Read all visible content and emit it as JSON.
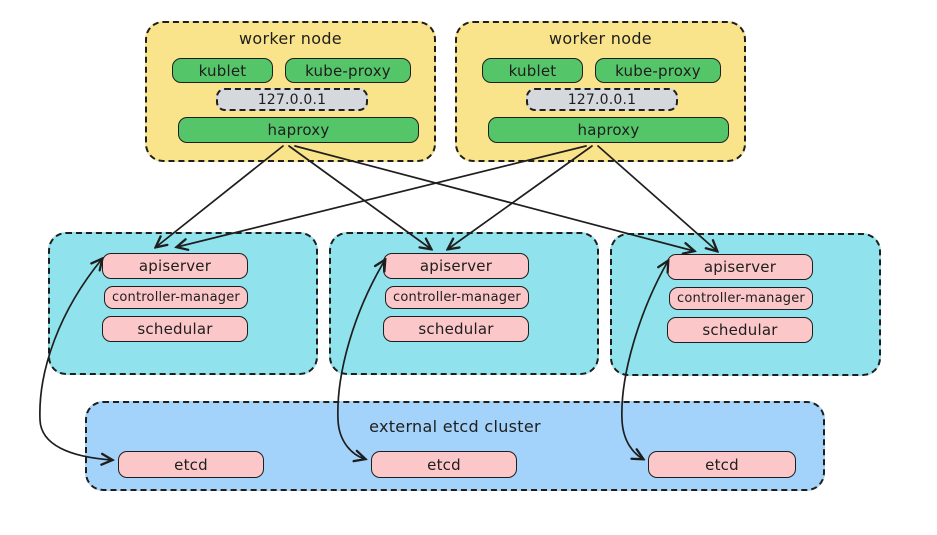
{
  "diagram": {
    "title_hint": "kubernetes ha topology with external etcd",
    "colors": {
      "stroke": "#1e1e1e",
      "worker_node_fill": "#f9e48b",
      "component_green_fill": "#55c569",
      "loopback_gray_fill": "#d5d8dd",
      "control_plane_fill": "#90e3ec",
      "component_pink_fill": "#fcc7c9",
      "etcd_cluster_fill": "#a3d3fa"
    },
    "worker_nodes": [
      {
        "title": "worker node",
        "kublet": "kublet",
        "kube_proxy": "kube-proxy",
        "loopback": "127.0.0.1",
        "haproxy": "haproxy"
      },
      {
        "title": "worker node",
        "kublet": "kublet",
        "kube_proxy": "kube-proxy",
        "loopback": "127.0.0.1",
        "haproxy": "haproxy"
      }
    ],
    "control_planes": [
      {
        "apiserver": "apiserver",
        "controller_manager": "controller-manager",
        "scheduler": "schedular"
      },
      {
        "apiserver": "apiserver",
        "controller_manager": "controller-manager",
        "scheduler": "schedular"
      },
      {
        "apiserver": "apiserver",
        "controller_manager": "controller-manager",
        "scheduler": "schedular"
      }
    ],
    "etcd_cluster": {
      "title": "external etcd cluster",
      "nodes": [
        {
          "label": "etcd"
        },
        {
          "label": "etcd"
        },
        {
          "label": "etcd"
        }
      ]
    }
  }
}
